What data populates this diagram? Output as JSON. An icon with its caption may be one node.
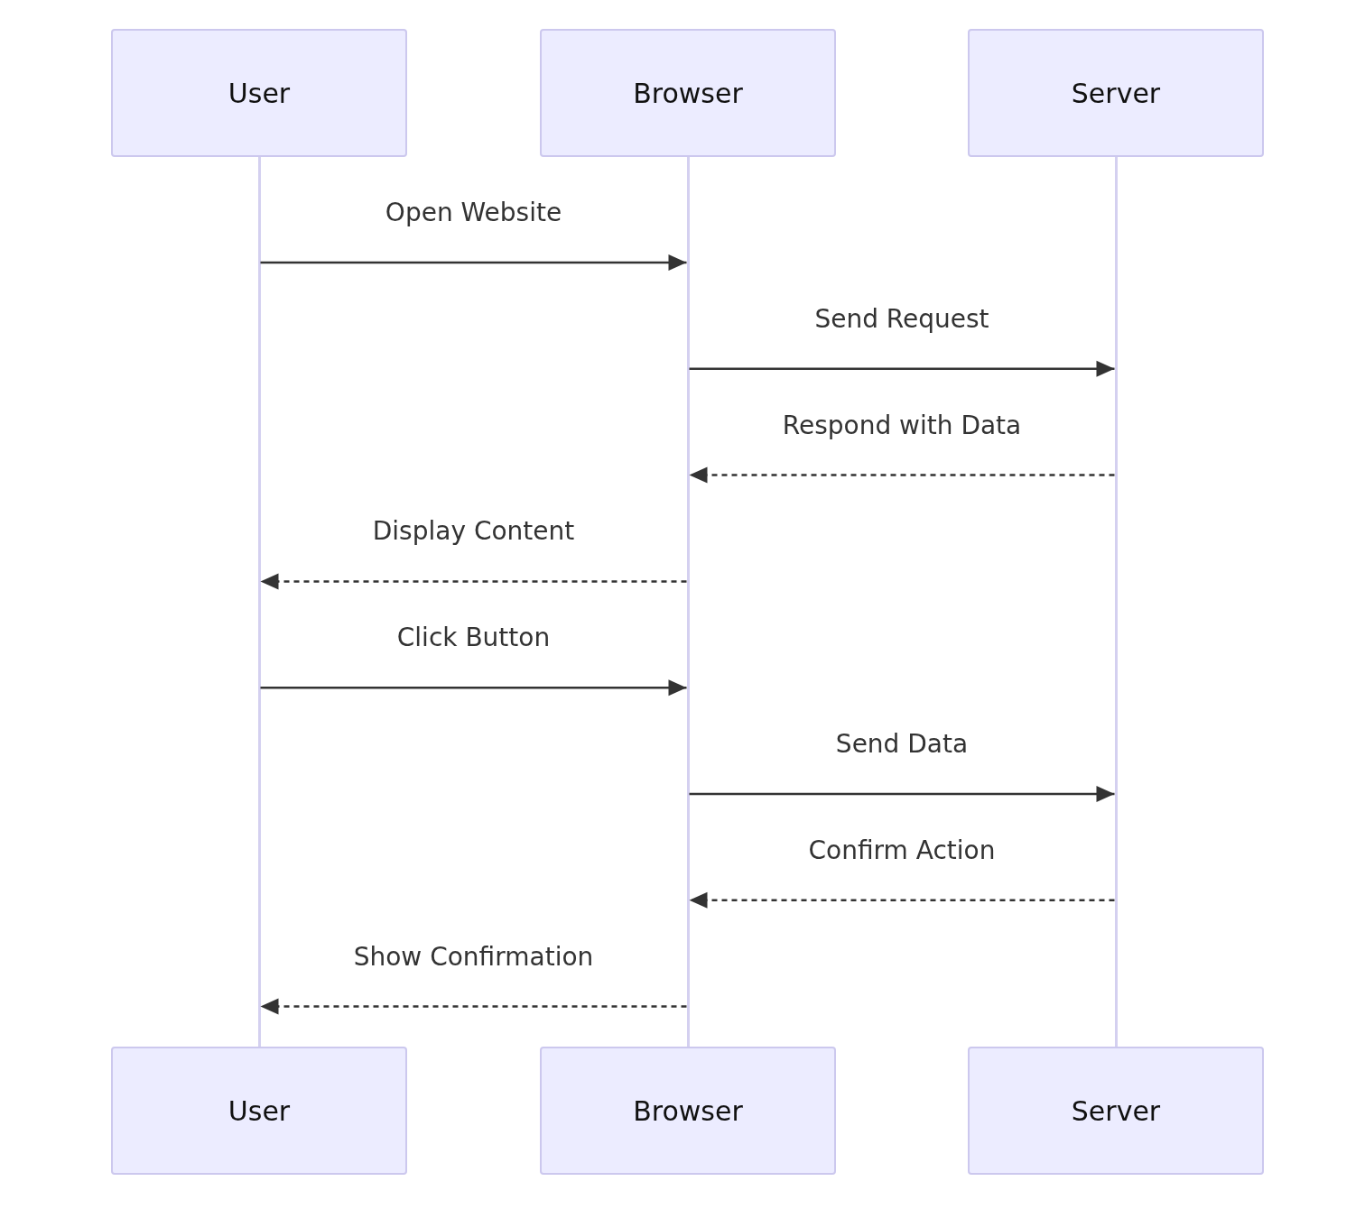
{
  "diagram": {
    "nodes": [
      {
        "text": [
          "User"
        ]
      },
      {
        "text": [
          "Browser"
        ]
      },
      {
        "text": [
          "Server"
        ]
      },
      {
        "text": [],
        "shape": "bar"
      },
      {
        "text": [],
        "shape": "bar"
      },
      {
        "text": [],
        "shape": "bar"
      },
      {
        "text": [
          "User"
        ]
      },
      {
        "text": [
          "Browser"
        ]
      },
      {
        "text": [
          "Server"
        ]
      }
    ],
    "edges": [
      {
        "from": 3,
        "to": 4,
        "arrow": "to",
        "label": "Open Website"
      },
      {
        "from": 4,
        "to": 5,
        "arrow": "to",
        "label": "Send Request"
      },
      {
        "from": 5,
        "to": 4,
        "arrow": "to",
        "label": "Respond with Data",
        "style": "dashed"
      },
      {
        "from": 4,
        "to": 3,
        "arrow": "to",
        "label": "Display Content",
        "style": "dashed"
      },
      {
        "from": 3,
        "to": 4,
        "arrow": "to",
        "label": "Click Button"
      },
      {
        "from": 4,
        "to": 5,
        "arrow": "to",
        "label": "Send Data"
      },
      {
        "from": 5,
        "to": 4,
        "arrow": "to",
        "label": "Confirm Action",
        "style": "dashed"
      },
      {
        "from": 4,
        "to": 3,
        "arrow": "to",
        "label": "Show Confirmation",
        "style": "dashed"
      }
    ]
  }
}
